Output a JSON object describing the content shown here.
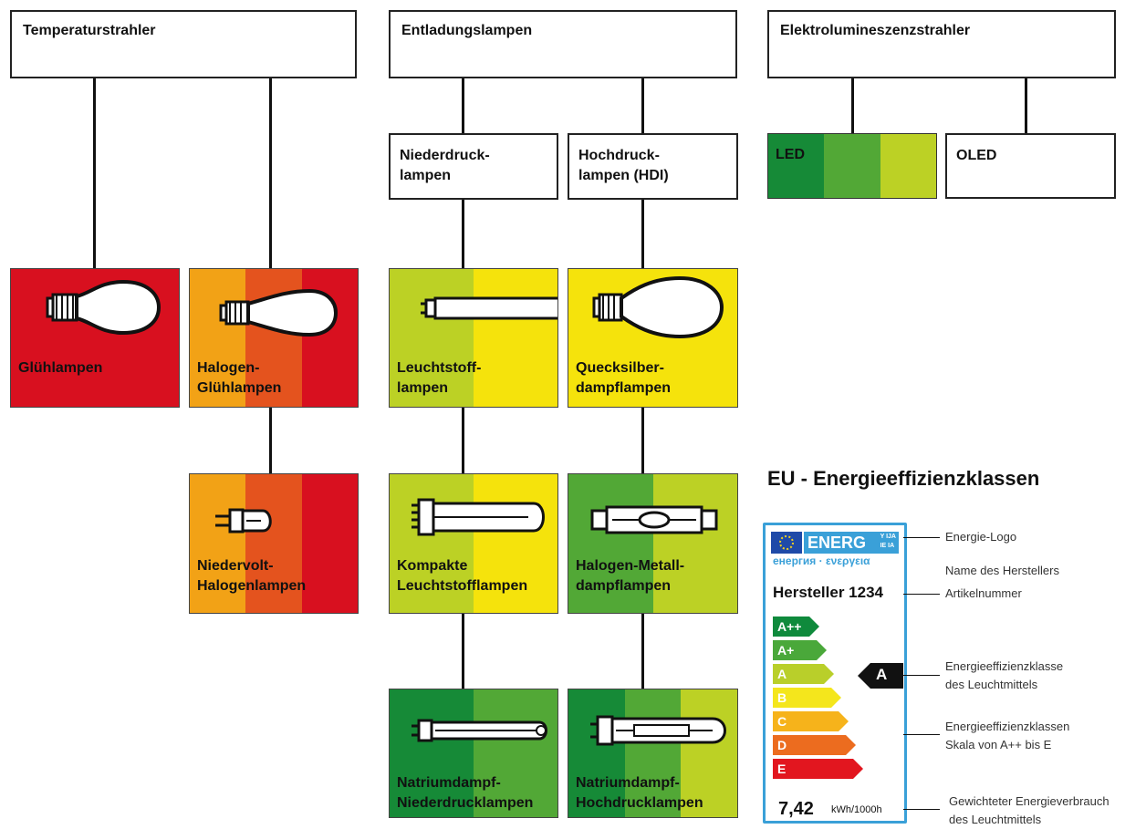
{
  "categories": {
    "temperatur": "Temperaturstrahler",
    "entladung": "Entladungslampen",
    "elektro": "Elektrolumineszenzstrahler"
  },
  "subcategories": {
    "niederdruck": "Niederdruck-\nlampen",
    "hochdruck": "Hochdruck-\nlampen (HDI)",
    "led": "LED",
    "oled": "OLED"
  },
  "tiles": {
    "gluehlampen": "Glühlampen",
    "halogen": "Halogen-\nGlühlampen",
    "niedervolt": "Niedervolt-\nHalogenlampen",
    "leuchtstoff": "Leuchtstoff-\nlampen",
    "kompakt": "Kompakte\nLeuchtstofflampen",
    "natrium_nieder": "Natriumdampf-\nNiederdrucklampen",
    "quecksilber": "Quecksilber-\ndampflampen",
    "metall": "Halogen-Metall-\ndampflampen",
    "natrium_hoch": "Natriumdampf-\nHochdrucklampen"
  },
  "eu_label": {
    "title": "EU - Energieeffizienzklassen",
    "logo_text": "ENERG",
    "logo_small": "Y IJA\nIE IA",
    "logo_sub": "енергия · ενεργεια",
    "manufacturer": "Hersteller 1234",
    "classes": [
      {
        "label": "A++",
        "color": "#0f8a3c"
      },
      {
        "label": "A+",
        "color": "#4aa83a"
      },
      {
        "label": "A",
        "color": "#b9cf2a"
      },
      {
        "label": "B",
        "color": "#f4e61c"
      },
      {
        "label": "C",
        "color": "#f6b31b"
      },
      {
        "label": "D",
        "color": "#ec6c1f"
      },
      {
        "label": "E",
        "color": "#e2161f"
      }
    ],
    "current_class": "A",
    "consumption_value": "7,42",
    "consumption_unit": "kWh/1000h",
    "annotations": {
      "logo": "Energie-Logo",
      "name": "Name des Herstellers",
      "article": "Artikelnummer",
      "class": "Energieeffizienzklasse\ndes Leuchtmittels",
      "scale": "Energieeffizienzklassen\nSkala von A++ bis E",
      "consumption": "Gewichteter Energieverbrauch\ndes Leuchtmittels"
    }
  },
  "colors": {
    "red": "#d8101f",
    "orange_red": "#e4531e",
    "orange": "#f2a216",
    "yellow": "#f5e30c",
    "yellow_green": "#bcd125",
    "light_green": "#52a836",
    "dark_green": "#168a37",
    "label_blue": "#3aa0d8"
  }
}
